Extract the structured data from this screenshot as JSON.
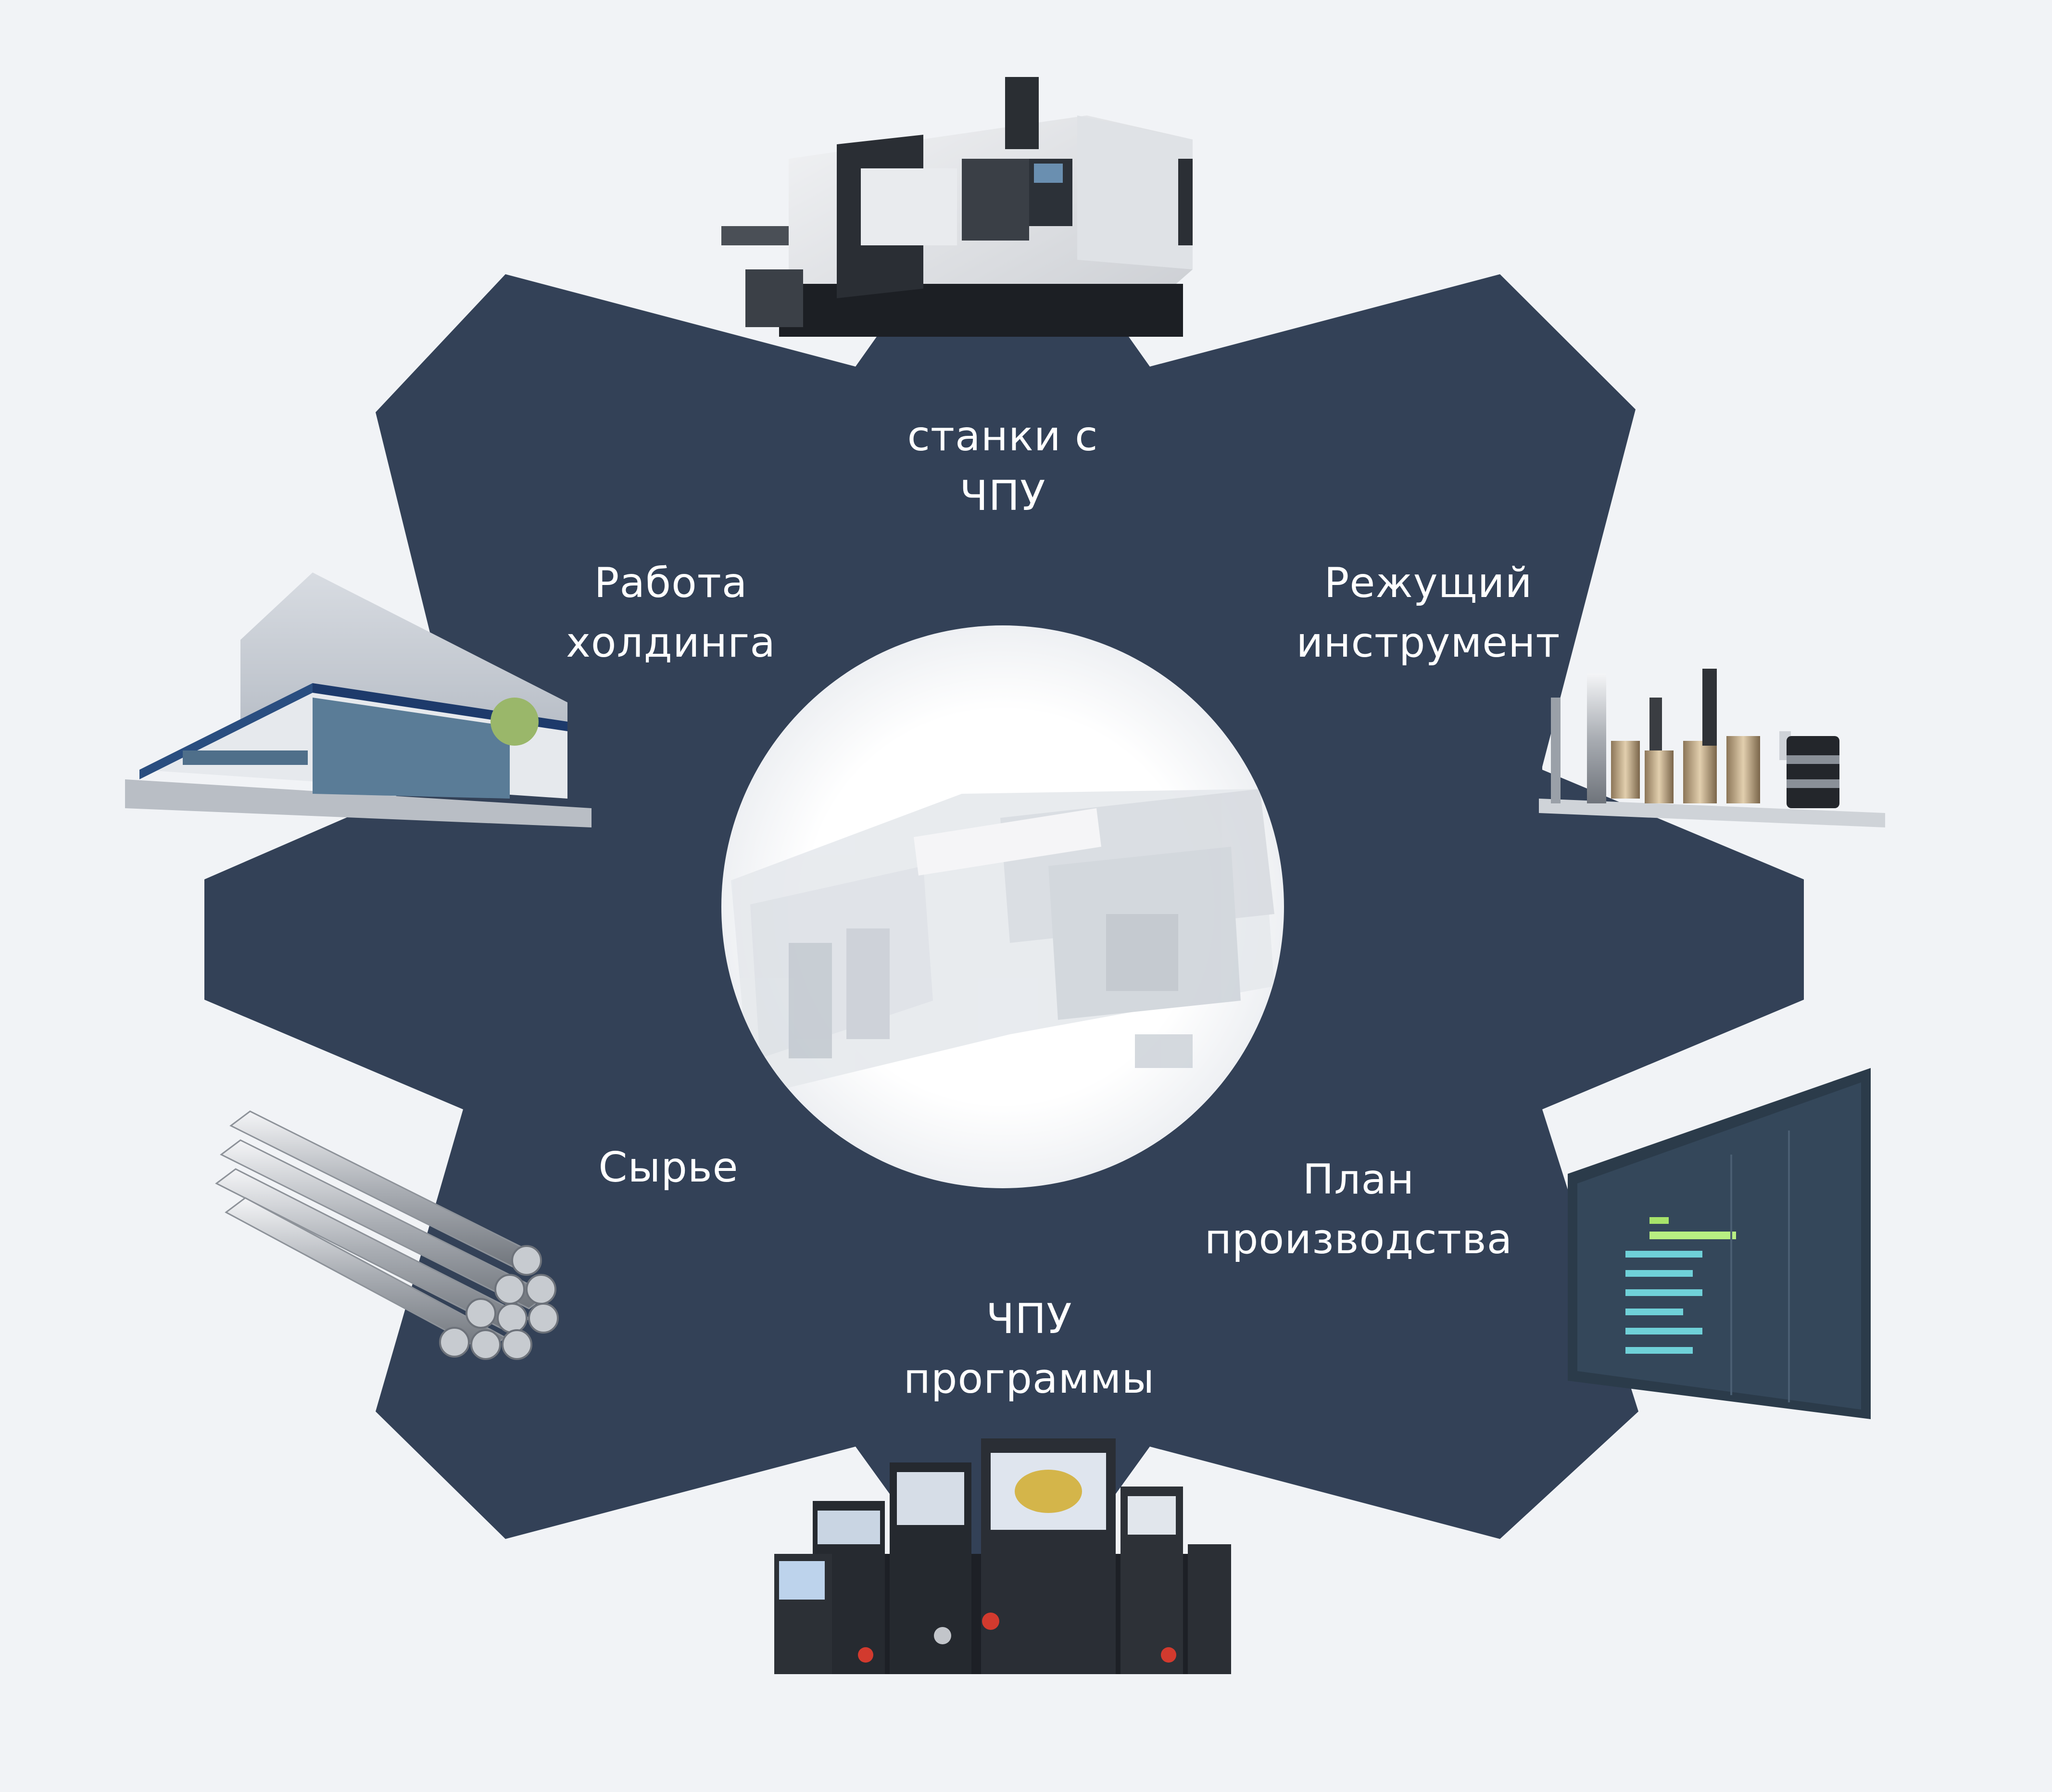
{
  "colors": {
    "background": "#f1f3f6",
    "gear": "#334157",
    "label_text": "#ffffff",
    "center_disc": "#ffffff"
  },
  "labels": {
    "machines": [
      "станки с",
      "ЧПУ"
    ],
    "tools": [
      "Режущий",
      "инструмент"
    ],
    "plan": [
      "План",
      "производства"
    ],
    "programs": [
      "ЧПУ",
      "программы"
    ],
    "raw": [
      "Сырье"
    ],
    "holding": [
      "Работа",
      "холдинга"
    ]
  },
  "images": {
    "top": "cnc-machine-icon",
    "top_right": "cutting-tools-icon",
    "right": "production-plan-screen-icon",
    "bottom": "cnc-control-panels-icon",
    "left_bottom": "metal-bars-icon",
    "left_top": "factory-building-icon",
    "center": "factory-floor-render-icon"
  }
}
